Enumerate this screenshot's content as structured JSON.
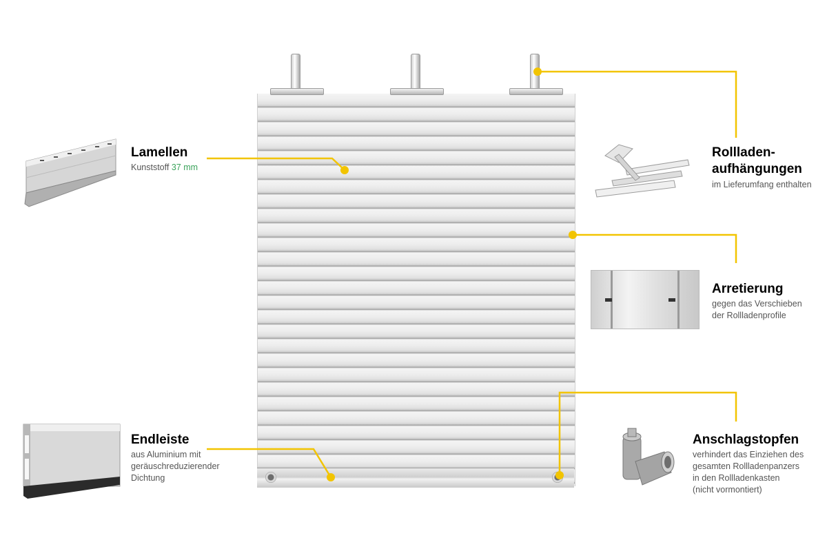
{
  "colors": {
    "accent_line": "#f2c400",
    "accent_text": "#3aa35a"
  },
  "lamellen": {
    "title": "Lamellen",
    "desc_prefix": "Kunststoff ",
    "desc_accent": "37 mm"
  },
  "endleiste": {
    "title": "Endleiste",
    "desc_line1": "aus Aluminium mit",
    "desc_line2": "geräuschreduzierender",
    "desc_line3": "Dichtung"
  },
  "aufhaengungen": {
    "title_line1": "Rollladen-",
    "title_line2": "aufhängungen",
    "desc": "im Lieferumfang enthalten"
  },
  "arretierung": {
    "title": "Arretierung",
    "desc_line1": "gegen das Verschieben",
    "desc_line2": "der Rollladenprofile"
  },
  "anschlagstopfen": {
    "title": "Anschlagstopfen",
    "desc_line1": "verhindert das Einziehen des",
    "desc_line2": "gesamten Rollladenpanzers",
    "desc_line3": "in den Rollladenkasten",
    "desc_line4": "(nicht vormontiert)"
  }
}
